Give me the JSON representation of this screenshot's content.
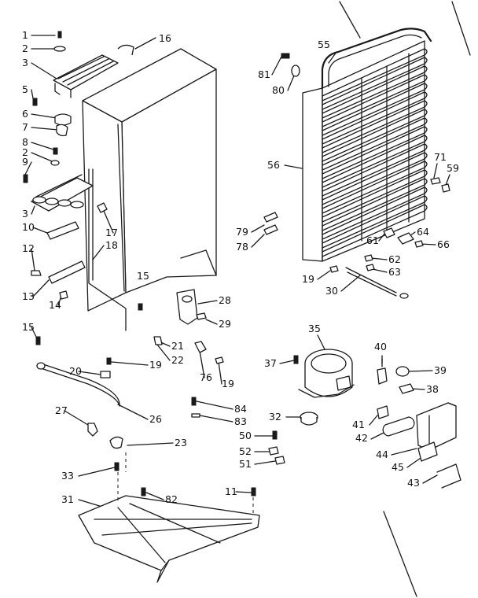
{
  "callouts": [
    "1",
    "2",
    "3",
    "5",
    "6",
    "7",
    "8",
    "2",
    "9",
    "3",
    "10",
    "12",
    "13",
    "14",
    "15",
    "16",
    "17",
    "18",
    "15",
    "20",
    "19",
    "21",
    "22",
    "76",
    "19",
    "28",
    "29",
    "27",
    "26",
    "23",
    "33",
    "31",
    "82",
    "11",
    "84",
    "83",
    "50",
    "52",
    "51",
    "32",
    "35",
    "37",
    "40",
    "39",
    "38",
    "41",
    "42",
    "44",
    "45",
    "43",
    "55",
    "81",
    "80",
    "56",
    "71",
    "59",
    "79",
    "78",
    "61",
    "64",
    "66",
    "62",
    "63",
    "19",
    "30"
  ],
  "colors": {
    "ink": "#1a1a1a",
    "paper": "#ffffff"
  }
}
